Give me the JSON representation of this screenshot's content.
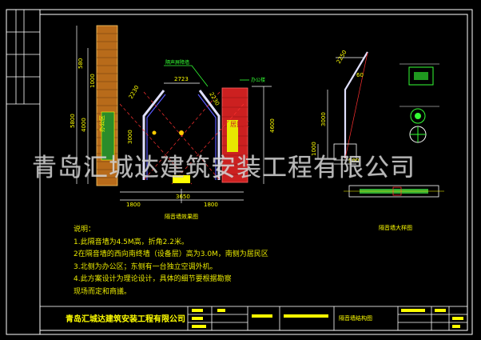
{
  "drawing": {
    "company": "青岛汇城达建筑安装工程有限公司",
    "watermark": "青岛汇城达建筑安装工程有限公司",
    "plan_caption": "隔音墙效果图",
    "elevation_caption": "隔音墙大样图",
    "title_block_caption": "隔音墙结构图",
    "notes": [
      "说明：",
      "1.此隔音墙为4.5M高，折角2.2米。",
      "2在隔音墙的西向南终墙（设备层）高为3.0M，南侧为居民区",
      "3.北侧为办公区；东侧有一台独立空调外机。",
      "4.此方案设计为理论设计，具体的细节要根据勘察",
      "现场而定和商議。"
    ],
    "dims": {
      "top_width": "2723",
      "angle_left": "2230",
      "angle_right": "2230",
      "base_width": "3650",
      "left_seg": "1800",
      "right_seg": "1800",
      "height_left": "5800",
      "height_inner": "4000",
      "sub_height": "3000",
      "right_height": "4600",
      "side_height": "3000",
      "side_base": "1000",
      "side_top": "2250",
      "side_foot": "500",
      "side_angle": "60",
      "wall_top": "580",
      "wall_mid": "1000"
    },
    "labels": {
      "soundproof_wall": "隔声屏障墙",
      "office_wall": "办公楼",
      "residential": "居民区",
      "office_area": "办公区",
      "unit": "空调外机"
    }
  }
}
